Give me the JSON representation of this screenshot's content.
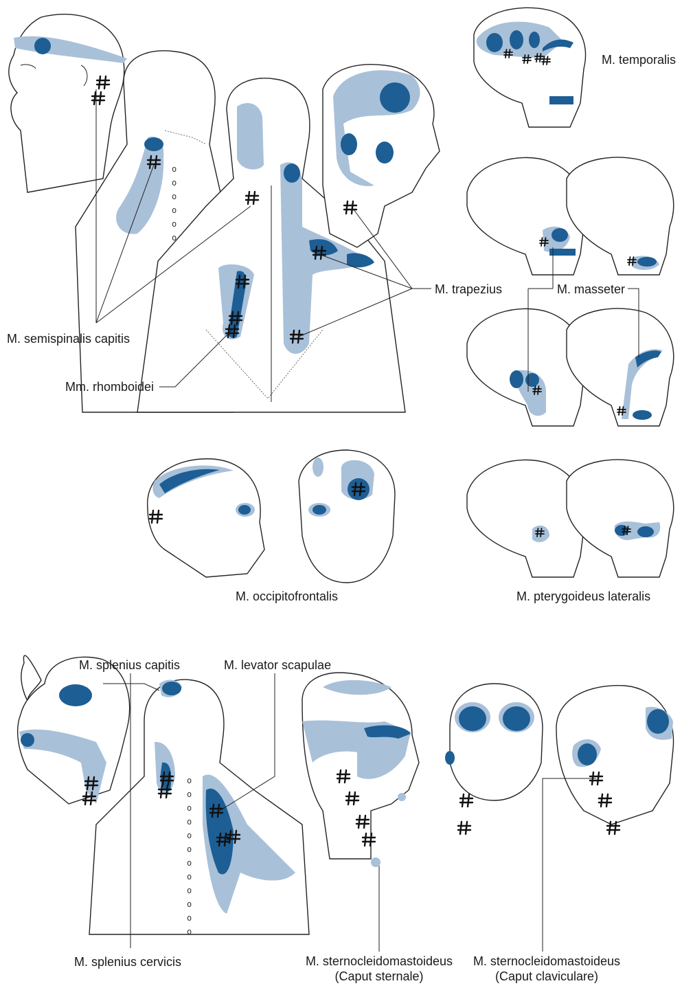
{
  "colors": {
    "zone_light": "#a9c0d9",
    "zone_dark": "#1d5e94",
    "outline": "#222222",
    "background": "#ffffff"
  },
  "icons": {
    "trigger_point": "hash-symbol"
  },
  "labels": {
    "temporalis": "M. temporalis",
    "trapezius": "M. trapezius",
    "masseter": "M. masseter",
    "semispinalis_capitis": "M. semispinalis capitis",
    "rhomboidei": "Mm. rhomboidei",
    "occipitofrontalis": "M. occipitofrontalis",
    "pterygoideus_lateralis": "M. pterygoideus lateralis",
    "splenius_capitis": "M. splenius capitis",
    "levator_scapulae": "M. levator scapulae",
    "splenius_cervicis": "M. splenius cervicis",
    "scm_sternal_1": "M. sternocleidomastoideus",
    "scm_sternal_2": "(Caput sternale)",
    "scm_clavicular_1": "M. sternocleidomastoideus",
    "scm_clavicular_2": "(Caput claviculare)"
  }
}
